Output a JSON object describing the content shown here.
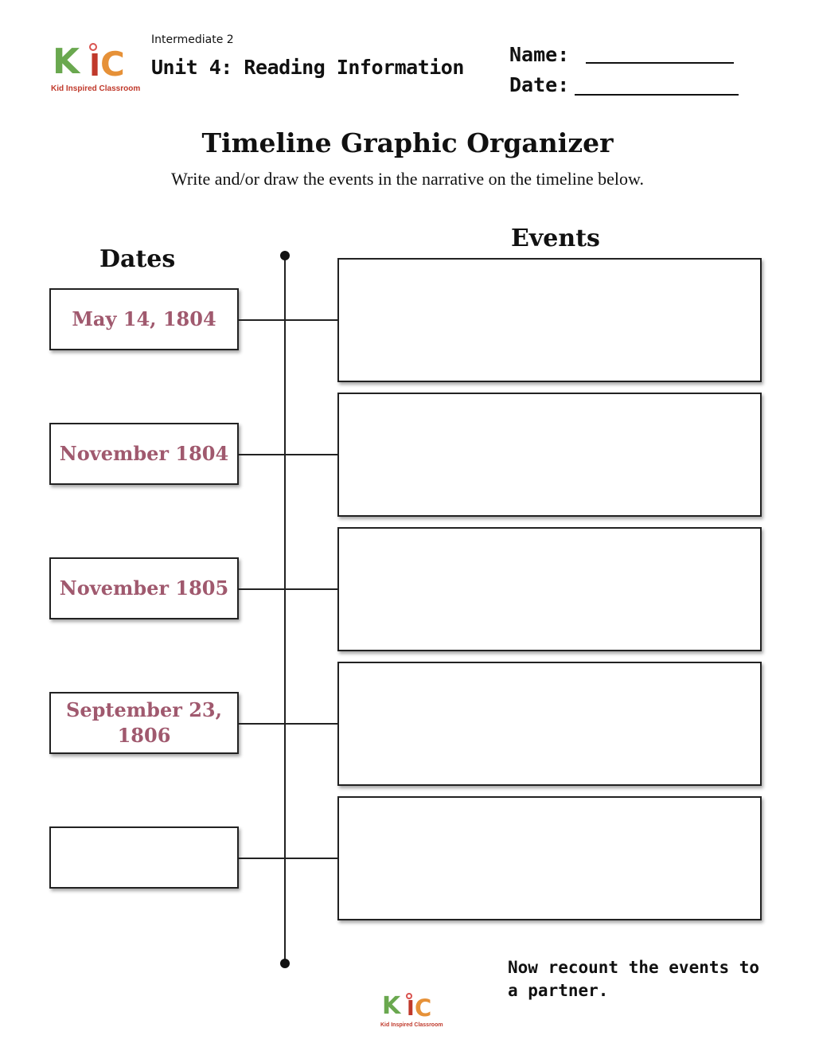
{
  "logo": {
    "letters": [
      "K",
      "I",
      "C"
    ],
    "tagline": "Kid Inspired Classroom",
    "colors": {
      "k": "#6aa84f",
      "i": "#c0392b",
      "c": "#e69138"
    }
  },
  "header": {
    "level": "Intermediate 2",
    "unit": "Unit 4: Reading Information",
    "name_label": "Name:",
    "date_label": "Date:"
  },
  "title": "Timeline Graphic Organizer",
  "instructions": "Write and/or draw the events in the narrative on the timeline below.",
  "columns": {
    "dates": "Dates",
    "events": "Events"
  },
  "timeline": [
    {
      "date": "May 14, 1804"
    },
    {
      "date": "November 1804"
    },
    {
      "date": "November 1805"
    },
    {
      "date": "September 23, 1806"
    },
    {
      "date": ""
    }
  ],
  "footer_note": "Now recount the events to a partner.",
  "colors": {
    "date_text": "#a0596e"
  }
}
